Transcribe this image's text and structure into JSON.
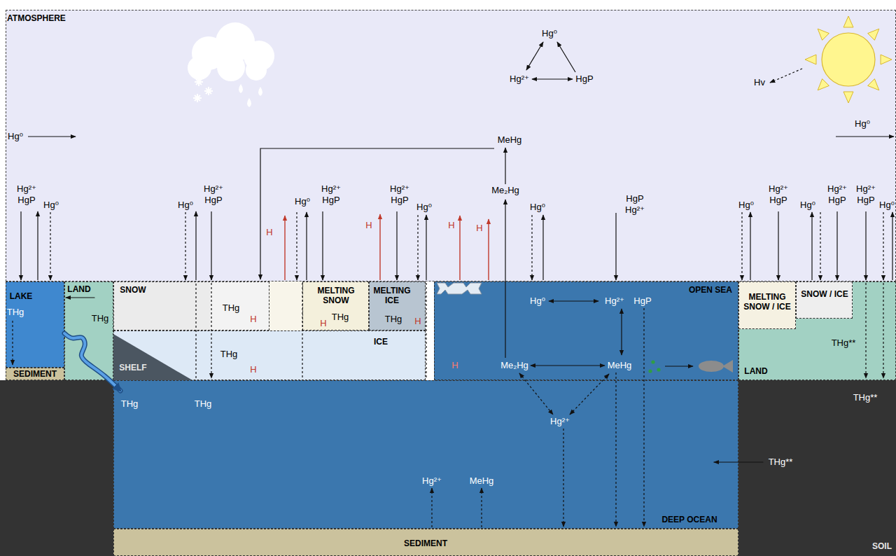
{
  "diagram": {
    "nodes": [
      {
        "text": [
          "ATMOSPHERE",
          "Hg⁰",
          "Hg²⁺",
          "HgP",
          "Hv",
          "Hg⁰",
          "MeHg",
          "Hg⁰",
          "Me₂Hg",
          "Hg²⁺ HgP",
          "Hg⁰",
          "Hg⁰",
          "Hg²⁺ HgP",
          "H",
          "Hg⁰",
          "Hg²⁺ HgP",
          "H",
          "Hg²⁺ HgP",
          "Hg⁰",
          "H",
          "H",
          "Hg⁰",
          "HgP Hg²⁺",
          "Hg⁰",
          "Hg²⁺ HgP",
          "Hg⁰",
          "Hg²⁺ HgP",
          "Hg²⁺ HgP",
          "Hg⁰"
        ]
      },
      {
        "text": [
          "LAKE",
          "THg"
        ]
      },
      {
        "text": [
          "SEDIMENT"
        ]
      },
      {
        "text": [
          "LAND",
          "THg"
        ]
      },
      {
        "text": [
          "SNOW",
          "THg",
          "H"
        ]
      },
      {
        "text": [
          "MELTING SNOW",
          "THg",
          "H"
        ]
      },
      {
        "text": [
          "MELTING ICE",
          "THg",
          "H"
        ]
      },
      {
        "text": [
          "ICE",
          "THg",
          "H"
        ]
      },
      {
        "text": [
          "SHELF"
        ],
        "in": 7
      },
      {
        "text": [
          "OPEN SEA",
          "Hg⁰",
          "Hg²⁺",
          "HgP",
          "H",
          "Me₂Hg",
          "MeHg"
        ]
      },
      {
        "text": [
          "THg**",
          "LAND"
        ]
      },
      {
        "text": [
          "MELTING SNOW / ICE"
        ],
        "in": 10
      },
      {
        "text": [
          "SNOW / ICE"
        ],
        "in": 10
      },
      {
        "text": [
          "THg",
          "THg",
          "Hg²⁺",
          "Hg²⁺",
          "MeHg",
          "DEEP OCEAN"
        ]
      },
      {
        "text": [
          "SEDIMENT"
        ]
      },
      {
        "text": [
          "THg**",
          "THg**",
          "SOIL"
        ]
      }
    ],
    "edges": [
      {
        "from": 3,
        "to": 1,
        "arrow": "to"
      },
      {
        "from": 1,
        "to": 13,
        "arrow": "to"
      },
      {
        "from": 15,
        "to": 13,
        "arrow": "to"
      }
    ]
  }
}
